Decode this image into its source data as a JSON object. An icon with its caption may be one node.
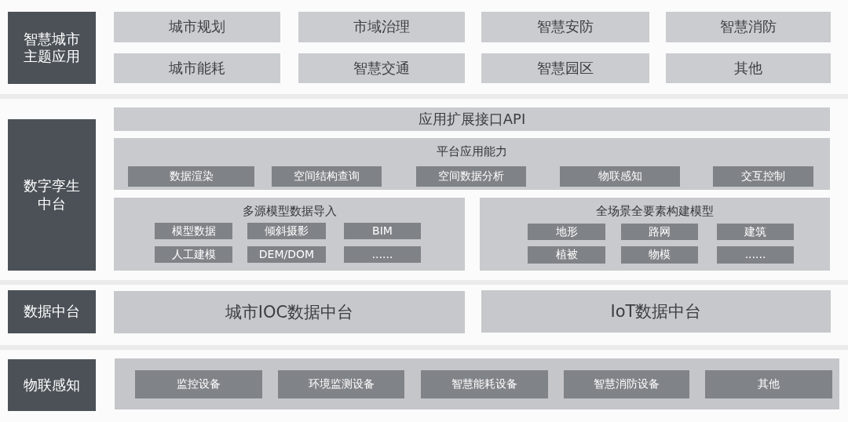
{
  "diagram": {
    "nodes": [
      {
        "text": [
          "智慧城市主题应用"
        ]
      },
      {
        "text": [
          "城市规划"
        ]
      },
      {
        "text": [
          "市域治理"
        ]
      },
      {
        "text": [
          "智慧安防"
        ]
      },
      {
        "text": [
          "智慧消防"
        ]
      },
      {
        "text": [
          "城市能耗"
        ]
      },
      {
        "text": [
          "智慧交通"
        ]
      },
      {
        "text": [
          "智慧园区"
        ]
      },
      {
        "text": [
          "其他"
        ]
      },
      {
        "text": [
          "数字孪生中台"
        ]
      },
      {
        "text": [
          "应用扩展接口API"
        ]
      },
      {
        "text": [
          "平台应用能力"
        ]
      },
      {
        "text": [
          "数据渲染"
        ],
        "in": 11
      },
      {
        "text": [
          "空间结构查询"
        ],
        "in": 11
      },
      {
        "text": [
          "空间数据分析"
        ],
        "in": 11
      },
      {
        "text": [
          "物联感知"
        ],
        "in": 11
      },
      {
        "text": [
          "交互控制"
        ],
        "in": 11
      },
      {
        "text": [
          "多源模型数据导入"
        ]
      },
      {
        "text": [
          "模型数据"
        ],
        "in": 17
      },
      {
        "text": [
          "倾斜摄影"
        ],
        "in": 17
      },
      {
        "text": [
          "BIM"
        ],
        "in": 17
      },
      {
        "text": [
          "人工建模"
        ],
        "in": 17
      },
      {
        "text": [
          "DEM/DOM"
        ],
        "in": 17
      },
      {
        "text": [
          "......"
        ],
        "in": 17
      },
      {
        "text": [
          "全场景全要素构建模型"
        ]
      },
      {
        "text": [
          "地形"
        ],
        "in": 24
      },
      {
        "text": [
          "路网"
        ],
        "in": 24
      },
      {
        "text": [
          "建筑"
        ],
        "in": 24
      },
      {
        "text": [
          "植被"
        ],
        "in": 24
      },
      {
        "text": [
          "物模"
        ],
        "in": 24
      },
      {
        "text": [
          "......"
        ],
        "in": 24
      },
      {
        "text": [
          "数据中台"
        ]
      },
      {
        "text": [
          "城市IOC数据中台"
        ]
      },
      {
        "text": [
          "IoT数据中台"
        ]
      },
      {
        "text": [
          "物联感知"
        ]
      },
      {
        "text": [],
        "shape": "box"
      },
      {
        "text": [
          "监控设备"
        ],
        "in": 35
      },
      {
        "text": [
          "环境监测设备"
        ],
        "in": 35
      },
      {
        "text": [
          "智慧能耗设备"
        ],
        "in": 35
      },
      {
        "text": [
          "智慧消防设备"
        ],
        "in": 35
      },
      {
        "text": [
          "其他"
        ],
        "in": 35
      }
    ],
    "edges": []
  }
}
